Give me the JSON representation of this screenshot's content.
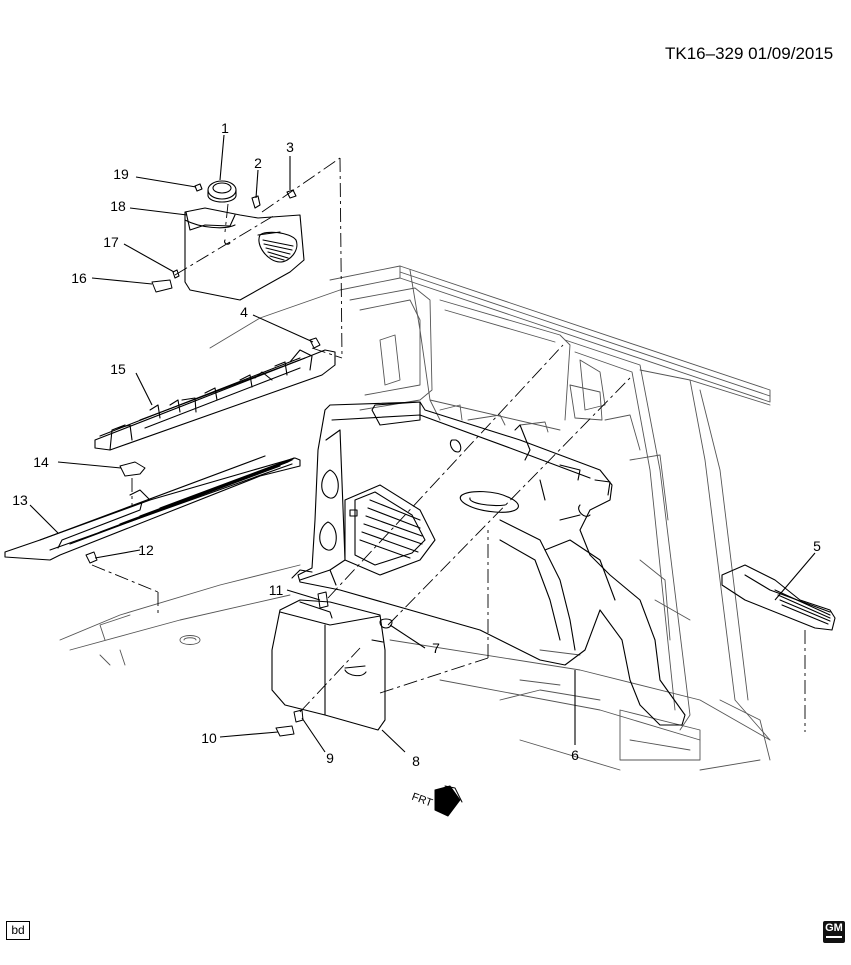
{
  "header": {
    "doc_id": "TK16–329  01/09/2015"
  },
  "footer": {
    "bd_label": "bd",
    "logo_text": "GM"
  },
  "front_indicator": {
    "label": "FRT"
  },
  "callouts": [
    "1",
    "2",
    "3",
    "4",
    "5",
    "6",
    "7",
    "8",
    "9",
    "10",
    "11",
    "12",
    "13",
    "14",
    "15",
    "16",
    "17",
    "18",
    "19"
  ]
}
